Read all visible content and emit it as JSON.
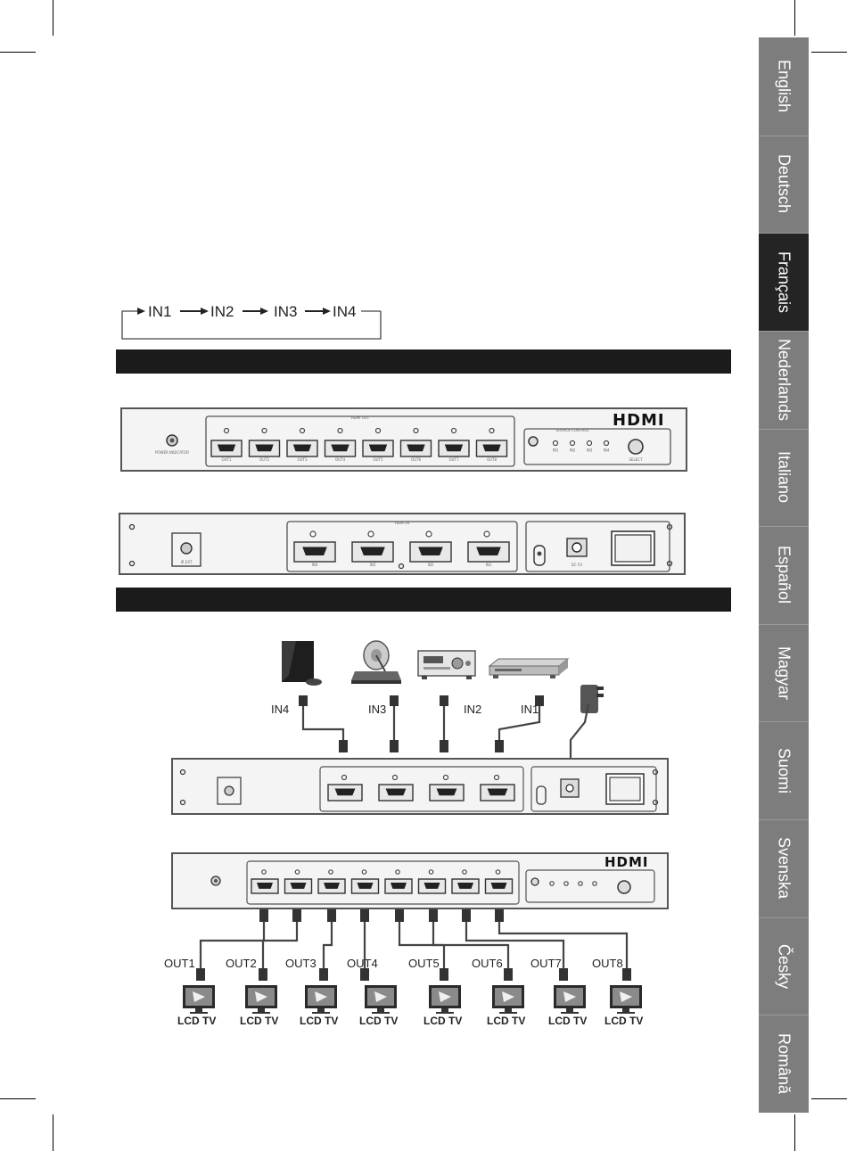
{
  "languages": [
    {
      "label": "English",
      "active": false
    },
    {
      "label": "Deutsch",
      "active": false
    },
    {
      "label": "Français",
      "active": true
    },
    {
      "label": "Nederlands",
      "active": false
    },
    {
      "label": "Italiano",
      "active": false
    },
    {
      "label": "Español",
      "active": false
    },
    {
      "label": "Magyar",
      "active": false
    },
    {
      "label": "Suomi",
      "active": false
    },
    {
      "label": "Svenska",
      "active": false
    },
    {
      "label": "Česky",
      "active": false
    },
    {
      "label": "Română",
      "active": false
    }
  ],
  "input_cycle": [
    "IN1",
    "IN2",
    "IN3",
    "IN4"
  ],
  "front_panel": {
    "brand": "HDMI",
    "out_group": "HDMI OUT",
    "source_group": "SOURCE CONTROL",
    "power_label": "POWER INDICATOR",
    "select_label": "SELECT",
    "out_ports": [
      "OUT1",
      "OUT2",
      "OUT3",
      "OUT4",
      "OUT5",
      "OUT6",
      "OUT7",
      "OUT8"
    ],
    "in_leds": [
      "IN1",
      "IN2",
      "IN3",
      "IN4"
    ]
  },
  "rear_panel": {
    "in_group": "HDMI IN",
    "ir_label": "IR EXT",
    "dc_label": "DC 5V",
    "in_ports": [
      "IN4",
      "IN3",
      "IN2",
      "IN1"
    ]
  },
  "diagram": {
    "inputs": [
      "IN4",
      "IN3",
      "IN2",
      "IN1"
    ],
    "outputs": [
      "OUT1",
      "OUT2",
      "OUT3",
      "OUT4",
      "OUT5",
      "OUT6",
      "OUT7",
      "OUT8"
    ],
    "tv_label": "LCD TV"
  },
  "colors": {
    "tab_bg": "#7d7d7d",
    "tab_active": "#242424",
    "bar": "#1b1b1b"
  }
}
